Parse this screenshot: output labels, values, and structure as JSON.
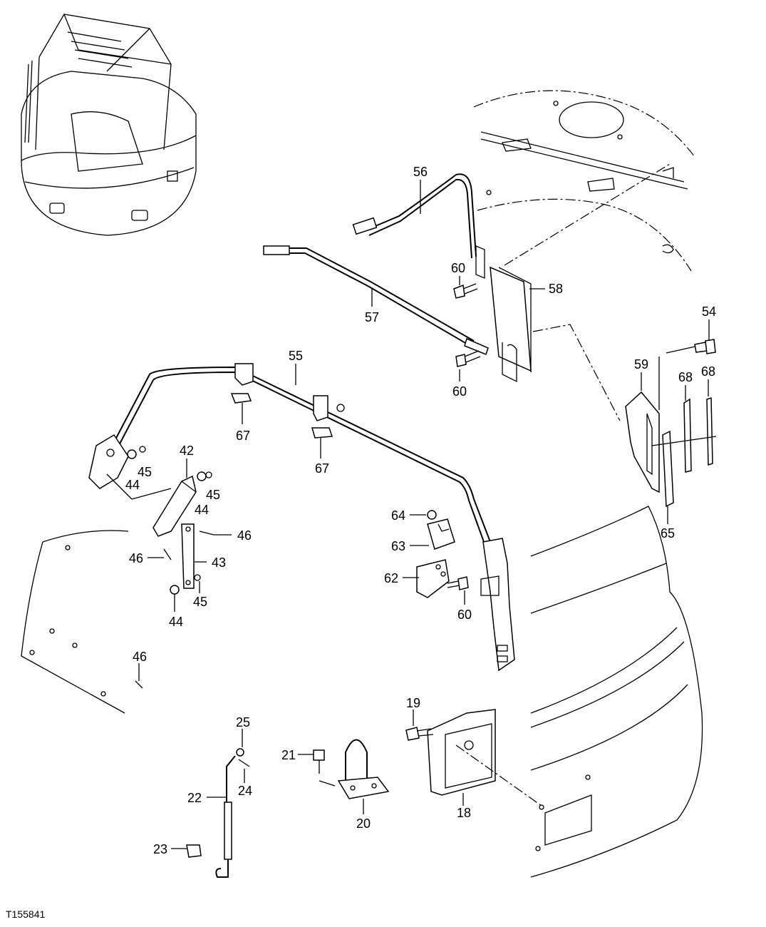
{
  "figure_id": "T155841",
  "callouts": [
    {
      "id": "c-56",
      "label": "56"
    },
    {
      "id": "c-58",
      "label": "58"
    },
    {
      "id": "c-60a",
      "label": "60"
    },
    {
      "id": "c-57",
      "label": "57"
    },
    {
      "id": "c-54",
      "label": "54"
    },
    {
      "id": "c-60b",
      "label": "60"
    },
    {
      "id": "c-55",
      "label": "55"
    },
    {
      "id": "c-59",
      "label": "59"
    },
    {
      "id": "c-68a",
      "label": "68"
    },
    {
      "id": "c-68b",
      "label": "68"
    },
    {
      "id": "c-67a",
      "label": "67"
    },
    {
      "id": "c-67b",
      "label": "67"
    },
    {
      "id": "c-42",
      "label": "42"
    },
    {
      "id": "c-45a",
      "label": "45"
    },
    {
      "id": "c-44a",
      "label": "44"
    },
    {
      "id": "c-45b",
      "label": "45"
    },
    {
      "id": "c-44b",
      "label": "44"
    },
    {
      "id": "c-65",
      "label": "65"
    },
    {
      "id": "c-64",
      "label": "64"
    },
    {
      "id": "c-46a",
      "label": "46"
    },
    {
      "id": "c-63",
      "label": "63"
    },
    {
      "id": "c-46b",
      "label": "46"
    },
    {
      "id": "c-43",
      "label": "43"
    },
    {
      "id": "c-62",
      "label": "62"
    },
    {
      "id": "c-45c",
      "label": "45"
    },
    {
      "id": "c-60c",
      "label": "60"
    },
    {
      "id": "c-44c",
      "label": "44"
    },
    {
      "id": "c-46c",
      "label": "46"
    },
    {
      "id": "c-25",
      "label": "25"
    },
    {
      "id": "c-19",
      "label": "19"
    },
    {
      "id": "c-21",
      "label": "21"
    },
    {
      "id": "c-24",
      "label": "24"
    },
    {
      "id": "c-22",
      "label": "22"
    },
    {
      "id": "c-18",
      "label": "18"
    },
    {
      "id": "c-20",
      "label": "20"
    },
    {
      "id": "c-23",
      "label": "23"
    }
  ]
}
